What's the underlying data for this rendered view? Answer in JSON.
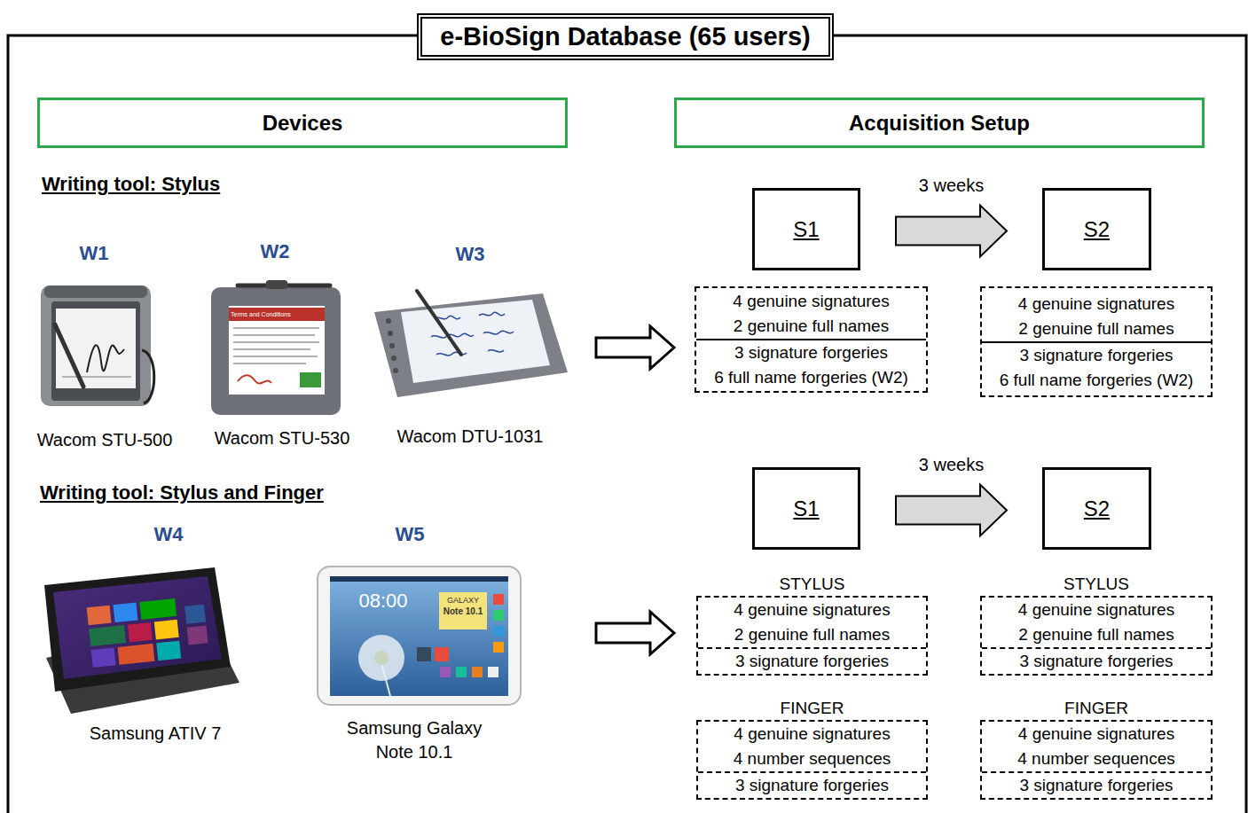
{
  "diagram": {
    "title": "e-BioSign Database (65 users)",
    "nodes": [
      {
        "text": [
          "Devices"
        ]
      },
      {
        "text": [
          "Acquisition Setup"
        ]
      },
      {
        "text": [
          "S1"
        ]
      },
      {
        "text": [
          "S2"
        ]
      },
      {
        "text": [
          "4 genuine signatures",
          "2 genuine full names",
          "3  signature forgeries",
          "6 full name forgeries (W2)"
        ]
      },
      {
        "text": [
          "4 genuine signatures",
          "2 genuine full names",
          "3 signature forgeries",
          "6 full name forgeries (W2)"
        ]
      },
      {
        "text": [
          "S1"
        ]
      },
      {
        "text": [
          "S2"
        ]
      },
      {
        "text": [
          "STYLUS",
          "4 genuine signatures",
          "2 genuine full names",
          "3 signature forgeries"
        ]
      },
      {
        "text": [
          "STYLUS",
          "4 genuine signatures",
          "2 genuine full names",
          "3 signature forgeries"
        ]
      },
      {
        "text": [
          "FINGER",
          "4 genuine signatures",
          "4 number sequences",
          "3 signature forgeries"
        ]
      },
      {
        "text": [
          "FINGER",
          "4 genuine signatures",
          "4 number sequences",
          "3 signature forgeries"
        ]
      }
    ],
    "edges": [
      {
        "from": 2,
        "to": 3,
        "label": "3 weeks",
        "arrow": "to"
      },
      {
        "from": 6,
        "to": 7,
        "label": "3 weeks",
        "arrow": "to"
      }
    ],
    "labels": [
      "Writing tool: Stylus",
      "W1",
      "W2",
      "W3",
      "Terms and Conditions",
      "Wacom STU-500",
      "Wacom STU-530",
      "Wacom DTU-1031",
      "Writing tool: Stylus and Finger",
      "W4",
      "W5",
      "08:00",
      "GALAXY",
      "Note 10.1",
      "Samsung ATIV 7",
      "Samsung Galaxy Note 10.1"
    ]
  }
}
